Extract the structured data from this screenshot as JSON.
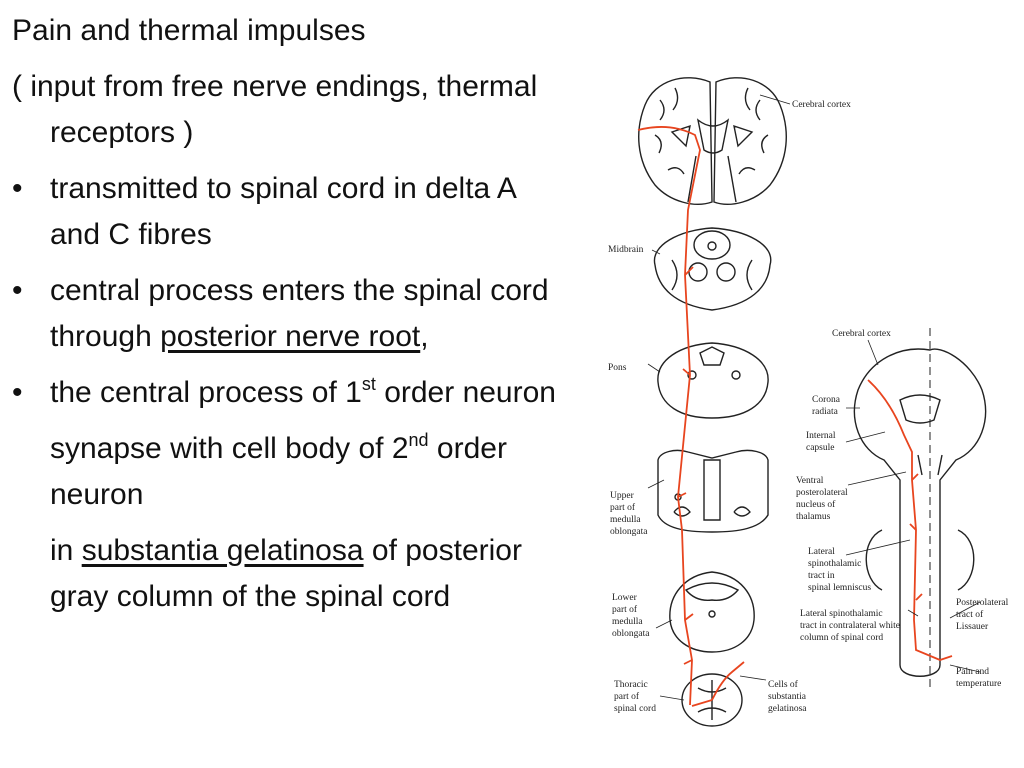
{
  "slide": {
    "title": "Pain and thermal impulses",
    "input_line": "( input from free nerve endings, thermal receptors  )",
    "b1": "transmitted to spinal cord in delta A and C fibres",
    "b2_pre": "central process enters the spinal cord through ",
    "b2_u": "posterior nerve root",
    "b2_post": ",",
    "b3_pre": "the central process of 1",
    "b3_sup": "st",
    "b3_post": " order neuron",
    "p4_pre": "synapse with cell body of 2",
    "p4_sup": "nd",
    "p4_post": " order neuron",
    "p5_pre": "in ",
    "p5_u": "substantia gelatinosa",
    "p5_post": " of posterior gray column of the spinal cord",
    "bullet_char": "•"
  },
  "figure": {
    "labels": {
      "cerebral_cortex_top": "Cerebral cortex",
      "midbrain": "Midbrain",
      "pons": "Pons",
      "upper_medulla": [
        "Upper",
        "part of",
        "medulla",
        "oblongata"
      ],
      "lower_medulla": [
        "Lower",
        "part of",
        "medulla",
        "oblongata"
      ],
      "thoracic": [
        "Thoracic",
        "part of",
        "spinal cord"
      ],
      "cells_sg": [
        "Cells of",
        "substantia",
        "gelatinosa"
      ],
      "cerebral_cortex_right": "Cerebral cortex",
      "corona": [
        "Corona",
        "radiata"
      ],
      "internal_capsule": [
        "Internal",
        "capsule"
      ],
      "ventral_posterolateral": [
        "Ventral",
        "posterolateral",
        "nucleus of",
        "thalamus"
      ],
      "lateral_lemniscus": [
        "Lateral",
        "spinothalamic",
        "tract in",
        "spinal lemniscus"
      ],
      "lateral_white": [
        "Lateral spinothalamic",
        "tract in contralateral white",
        "column of spinal cord"
      ],
      "posterolateral": [
        "Posterolateral",
        "tract of",
        "Lissauer"
      ],
      "pain_temp": [
        "Pain and",
        "temperature"
      ]
    },
    "colors": {
      "pathway": "#e8451f",
      "outline": "#222222"
    }
  }
}
